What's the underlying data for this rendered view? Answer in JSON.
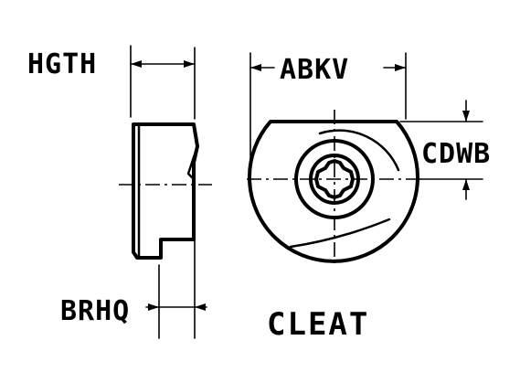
{
  "diagram": {
    "labels": {
      "hgth": "HGTH",
      "abkv": "ABKV",
      "cdwb": "CDWB",
      "brhq": "BRHQ",
      "part_name": "CLEAT"
    }
  }
}
